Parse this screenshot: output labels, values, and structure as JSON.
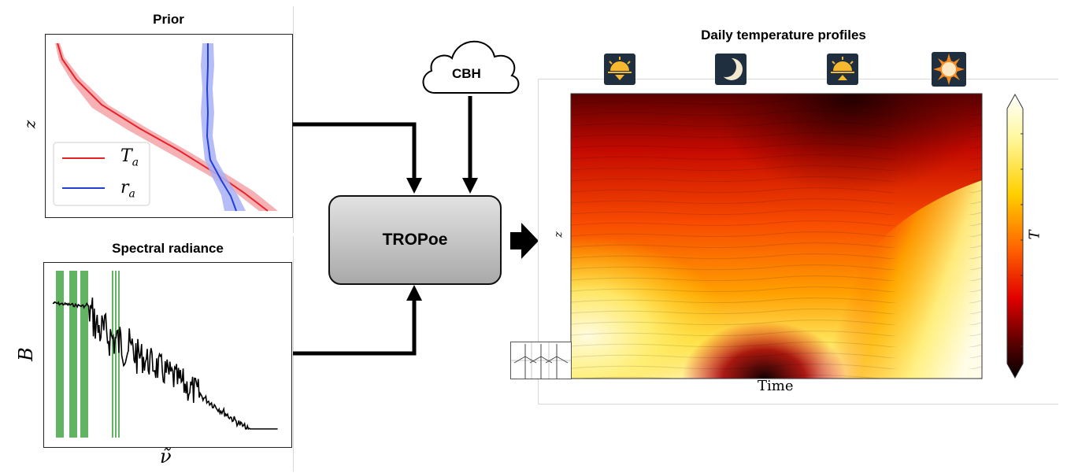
{
  "prior": {
    "title": "Prior",
    "ylabel": "z",
    "legend": [
      {
        "label": "T",
        "sub": "a",
        "color": "#e8232a"
      },
      {
        "label": "r",
        "sub": "a",
        "color": "#1f3fd6"
      }
    ]
  },
  "spectral": {
    "title": "Spectral radiance",
    "ylabel": "B",
    "xlabel": "ν̃"
  },
  "cloud_label": "CBH",
  "process_label": "TROPoe",
  "output": {
    "title": "Daily temperature profiles",
    "ylabel": "z",
    "xlabel": "Time",
    "colorbar_label": "T",
    "icons": [
      "sunset-icon",
      "moon-icon",
      "sunrise-icon",
      "sun-icon"
    ]
  },
  "colors": {
    "prior_band_red": "#f4a3a8",
    "prior_band_blue": "#a9b2f5",
    "spectral_bands": "#2e9a2e",
    "arrow": "#000000"
  }
}
